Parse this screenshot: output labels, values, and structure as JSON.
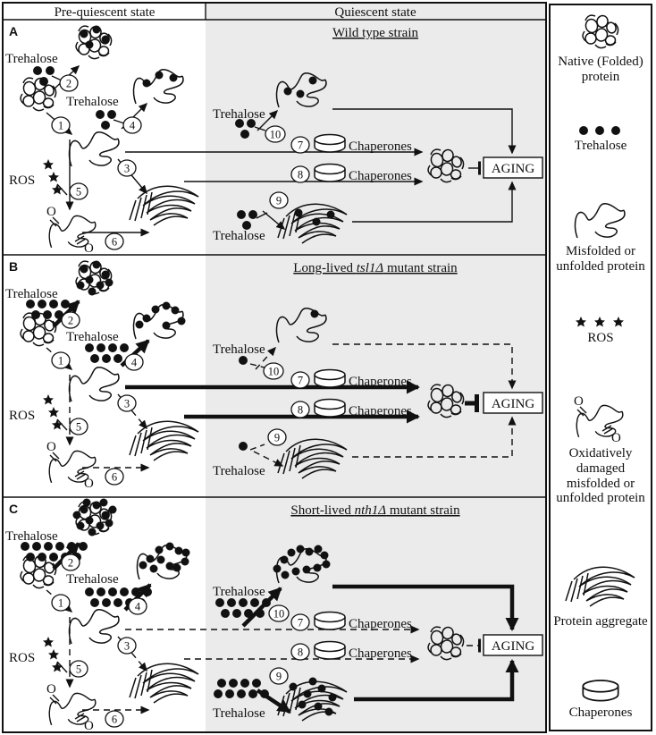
{
  "header": {
    "pre_quiescent": "Pre-quiescent state",
    "quiescent": "Quiescent state"
  },
  "labels": {
    "trehalose": "Trehalose",
    "ros": "ROS",
    "chaperones": "Chaperones",
    "aging": "AGING",
    "oxygen": "O"
  },
  "steps": [
    "1",
    "2",
    "3",
    "4",
    "5",
    "6",
    "7",
    "8",
    "9",
    "10"
  ],
  "panels": [
    {
      "letter": "A",
      "title": {
        "prefix": "Wild type strain",
        "italic": "",
        "suffix": ""
      }
    },
    {
      "letter": "B",
      "title": {
        "prefix": "Long-lived ",
        "italic": "tsl1Δ",
        "suffix": " mutant strain"
      }
    },
    {
      "letter": "C",
      "title": {
        "prefix": "Short-lived ",
        "italic": "nth1Δ",
        "suffix": " mutant strain"
      }
    }
  ],
  "legend": {
    "items": [
      {
        "icon": "native-protein-icon",
        "label": "Native (Folded) protein"
      },
      {
        "icon": "trehalose-icon",
        "label": "Trehalose"
      },
      {
        "icon": "misfolded-protein-icon",
        "label": "Misfolded or unfolded protein"
      },
      {
        "icon": "ros-icon",
        "label": "ROS"
      },
      {
        "icon": "oxidized-protein-icon",
        "label": "Oxidatively damaged misfolded or unfolded protein"
      },
      {
        "icon": "protein-aggregate-icon",
        "label": "Protein aggregate"
      },
      {
        "icon": "chaperones-icon",
        "label": "Chaperones"
      }
    ]
  },
  "colors": {
    "quiescent_background": "#ebebeb",
    "ink": "#111111"
  }
}
